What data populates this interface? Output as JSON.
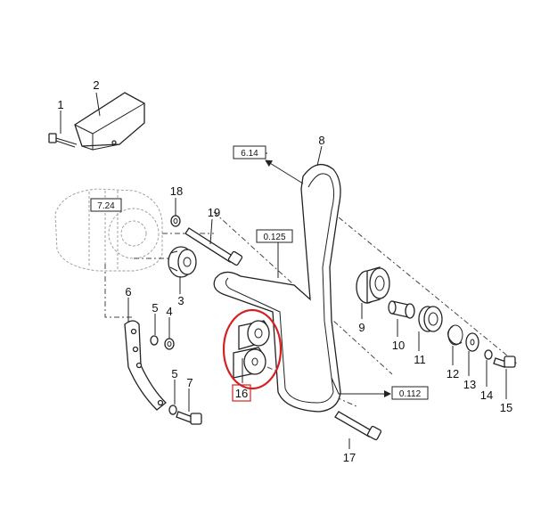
{
  "labels": {
    "p1": "1",
    "p2": "2",
    "p3": "3",
    "p4": "4",
    "p5a": "5",
    "p5b": "5",
    "p6": "6",
    "p7": "7",
    "p8": "8",
    "p9": "9",
    "p10": "10",
    "p11": "11",
    "p12": "12",
    "p13": "13",
    "p14": "14",
    "p15": "15",
    "p16": "16",
    "p17": "17",
    "p18": "18",
    "p19": "19"
  },
  "refs": {
    "r614": "6.14",
    "r724": "7.24",
    "r0125": "0.125",
    "r0112": "0.112"
  },
  "highlight": {
    "part": "16",
    "color": "#d42020"
  }
}
